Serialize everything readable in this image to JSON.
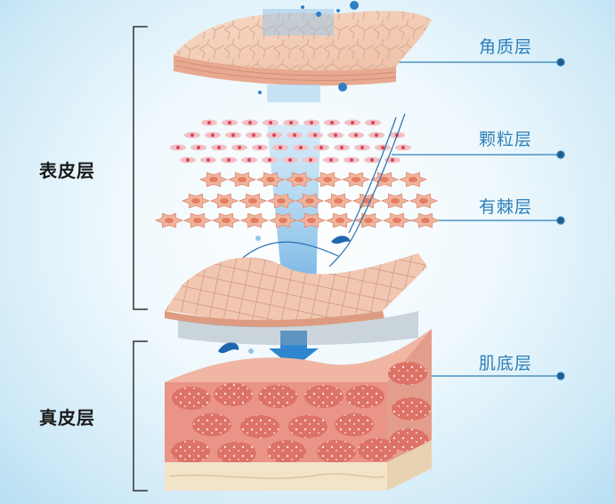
{
  "groups": {
    "epidermis": "表皮层",
    "dermis": "真皮层"
  },
  "layers": {
    "stratum_corneum": "角质层",
    "stratum_granulosum": "颗粒层",
    "stratum_spinosum": "有棘层",
    "stratum_basale": "肌底层"
  },
  "colors": {
    "label": "#2d7fb8",
    "bracket": "#333333",
    "skin": "#f2c6b0",
    "dermis_cell": "#e8938c",
    "flow": "#4aa3dc"
  }
}
